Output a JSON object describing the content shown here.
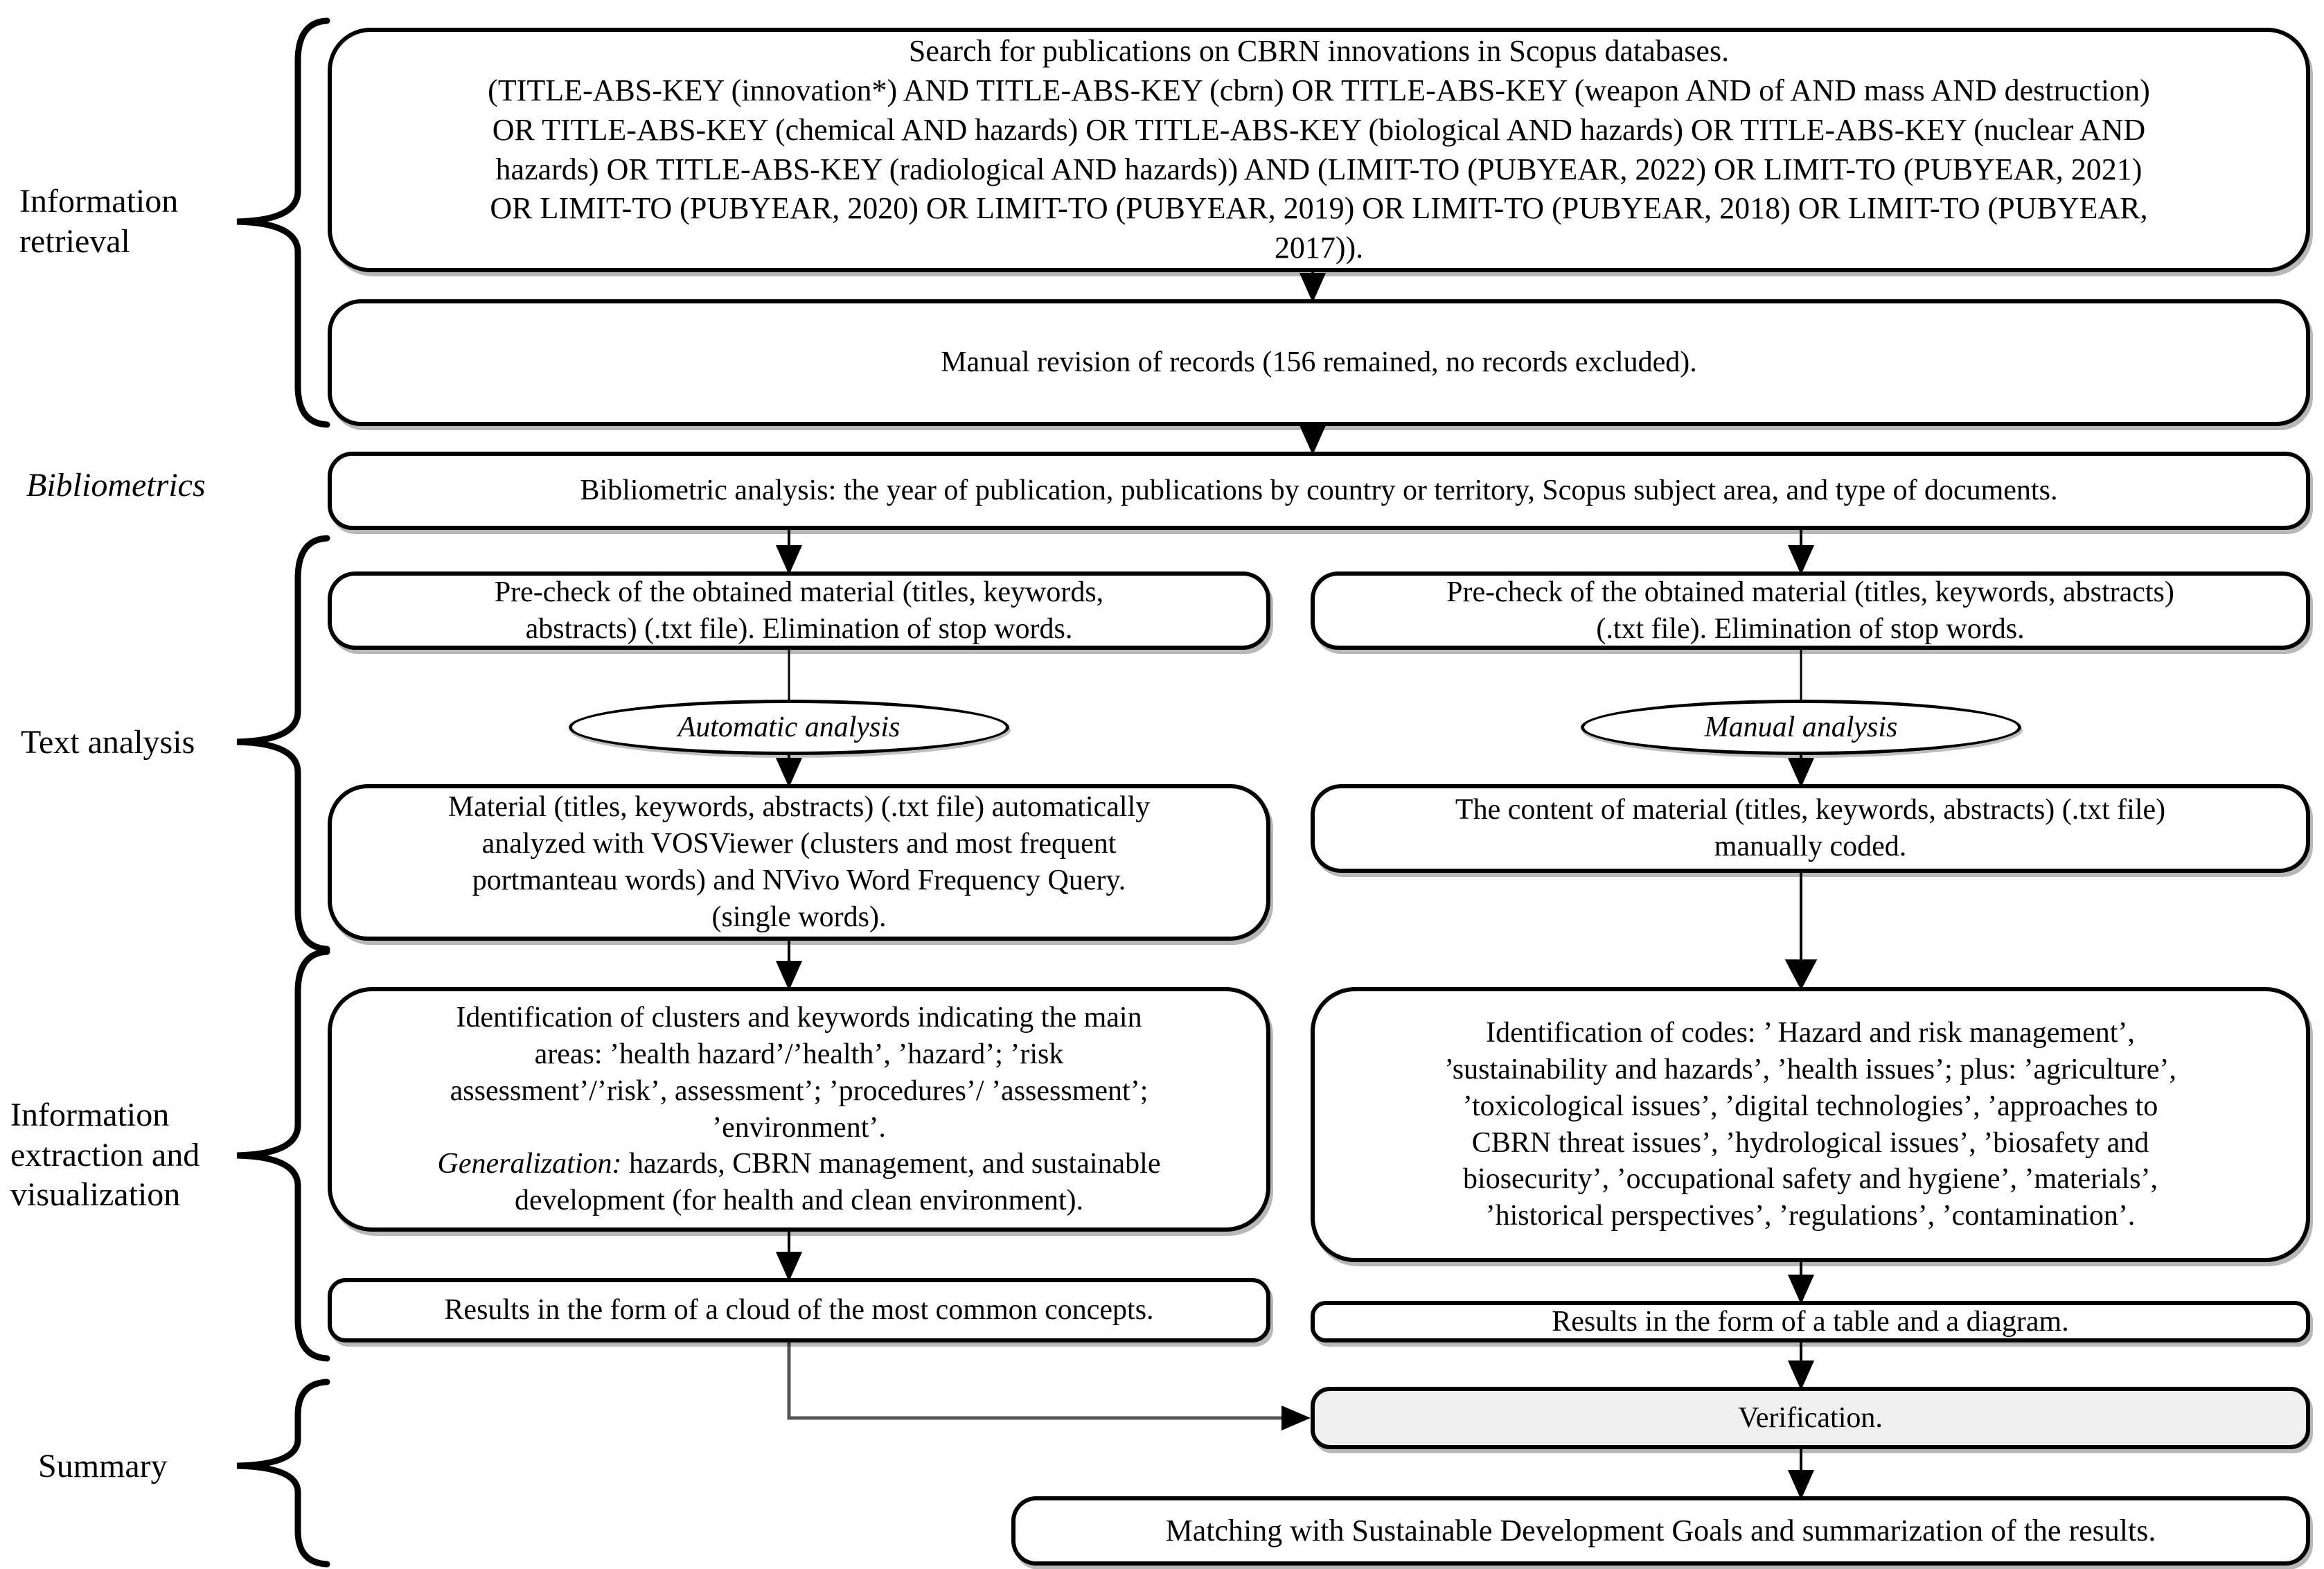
{
  "figure": {
    "background": "#ffffff",
    "box_border_color": "#000000",
    "verification_fill": "#efefef",
    "connector_color": "#555555"
  },
  "side_labels": [
    {
      "id": "information-retrieval",
      "text": "Information\nretrieval",
      "italic": false
    },
    {
      "id": "bibliometrics",
      "text": "Bibliometrics",
      "italic": true
    },
    {
      "id": "text-analysis",
      "text": "Text analysis",
      "italic": false
    },
    {
      "id": "information-extraction",
      "text": "Information\nextraction and\nvisualization",
      "italic": false
    },
    {
      "id": "summary",
      "text": "Summary",
      "italic": false
    }
  ],
  "nodes": {
    "search": "Search for publications on CBRN innovations in Scopus databases.\n(TITLE-ABS-KEY (innovation*) AND TITLE-ABS-KEY (cbrn) OR TITLE-ABS-KEY (weapon AND of AND mass AND destruction)\nOR TITLE-ABS-KEY (chemical AND hazards) OR TITLE-ABS-KEY (biological AND hazards) OR TITLE-ABS-KEY (nuclear AND\nhazards) OR TITLE-ABS-KEY (radiological AND hazards)) AND (LIMIT-TO (PUBYEAR, 2022) OR LIMIT-TO (PUBYEAR, 2021)\nOR LIMIT-TO (PUBYEAR, 2020) OR LIMIT-TO (PUBYEAR, 2019) OR LIMIT-TO (PUBYEAR, 2018) OR LIMIT-TO (PUBYEAR,\n2017)).",
    "manual_revision": "Manual revision of records (156 remained, no records excluded).",
    "bibliometric": "Bibliometric analysis: the year of publication, publications by country or territory, Scopus subject area, and type of documents.",
    "precheck_left": "Pre-check of the obtained  material (titles, keywords,\nabstracts) (.txt file). Elimination of stop words.",
    "precheck_right": "Pre-check of the obtained material (titles, keywords, abstracts)\n(.txt file). Elimination of stop words.",
    "automatic_analysis": "Automatic analysis",
    "manual_analysis": "Manual analysis",
    "vosviewer": "Material (titles, keywords, abstracts) (.txt file) automatically\nanalyzed with VOSViewer (clusters and most frequent\nportmanteau words) and NVivo Word Frequency Query.\n(single words).",
    "manually_coded": "The content of material (titles, keywords, abstracts) (.txt file)\nmanually coded.",
    "clusters_main": "Identification of clusters and keywords indicating the main\nareas: ’health hazard’/’health’, ’hazard’; ’risk\nassessment’/’risk’, assessment’; ’procedures’/ ’assessment’;\n’environment’.",
    "clusters_generalization_label": "Generalization:",
    "clusters_generalization_text": " hazards, CBRN management, and sustainable\ndevelopment (for health and clean environment).",
    "codes": "Identification of codes: ’ Hazard and risk management’,\n’sustainability and hazards’, ’health issues’; plus: ’agriculture’,\n’toxicological issues’, ’digital technologies’, ’approaches to\nCBRN threat issues’, ’hydrological issues’, ’biosafety and\nbiosecurity’, ’occupational safety and hygiene’, ’materials’,\n’historical perspectives’, ’regulations’, ’contamination’.",
    "results_cloud": "Results in the form of a cloud of the most common concepts.",
    "results_table": "Results in the form of a table and a diagram.",
    "verification": "Verification.",
    "matching": "Matching with Sustainable Development Goals and summarization of the results."
  }
}
